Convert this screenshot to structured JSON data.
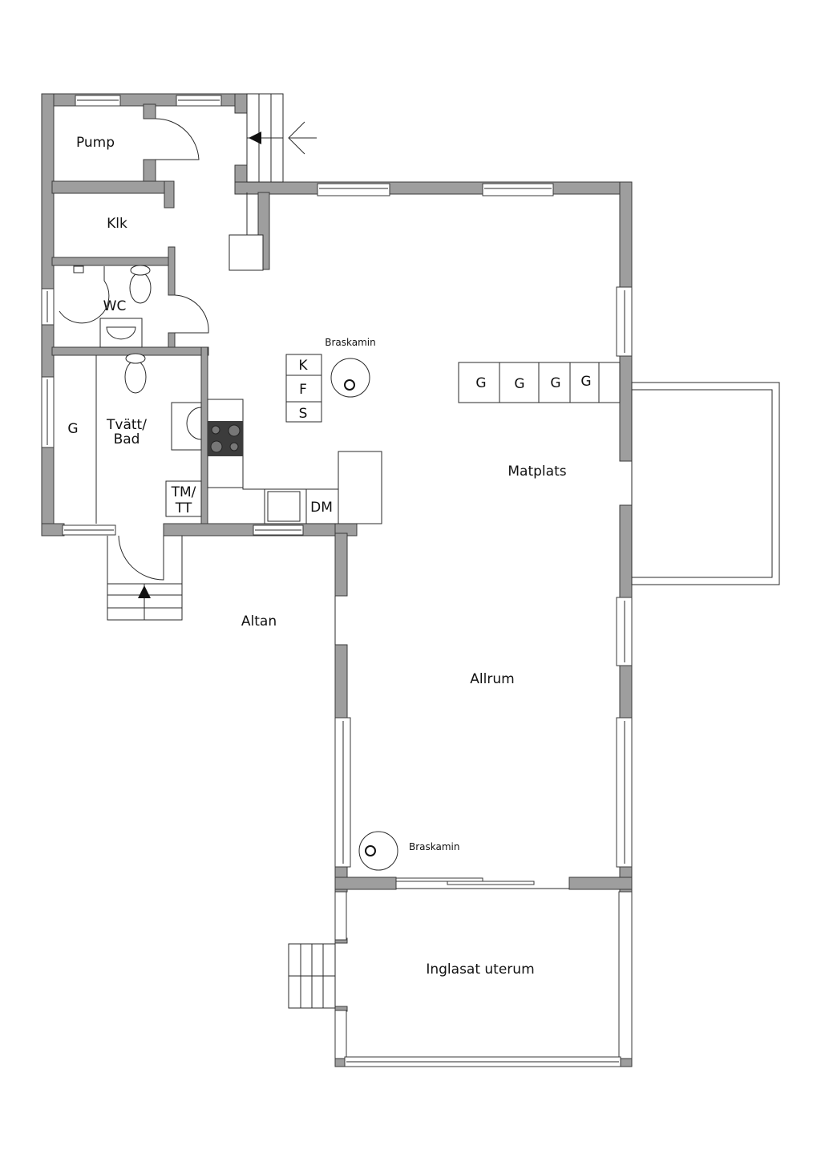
{
  "floorplan": {
    "colors": {
      "wall": "#9e9e9e",
      "outline": "#3a3a3a",
      "background": "#ffffff",
      "stove": "#3c3c3c"
    },
    "rooms": {
      "pump": "Pump",
      "klk": "Klk",
      "wc": "WC",
      "tvatt_line1": "Tvätt/",
      "tvatt_line2": "Bad",
      "g_bath": "G",
      "tm_line1": "TM/",
      "tm_line2": "TT",
      "dm": "DM",
      "altan": "Altan",
      "matplats": "Matplats",
      "allrum": "Allrum",
      "uterum": "Inglasat uterum"
    },
    "appliances": {
      "k": "K",
      "f": "F",
      "s": "S",
      "braskamin_top": "Braskamin",
      "braskamin_bottom": "Braskamin",
      "wardrobes": [
        "G",
        "G",
        "G",
        "G"
      ]
    }
  }
}
